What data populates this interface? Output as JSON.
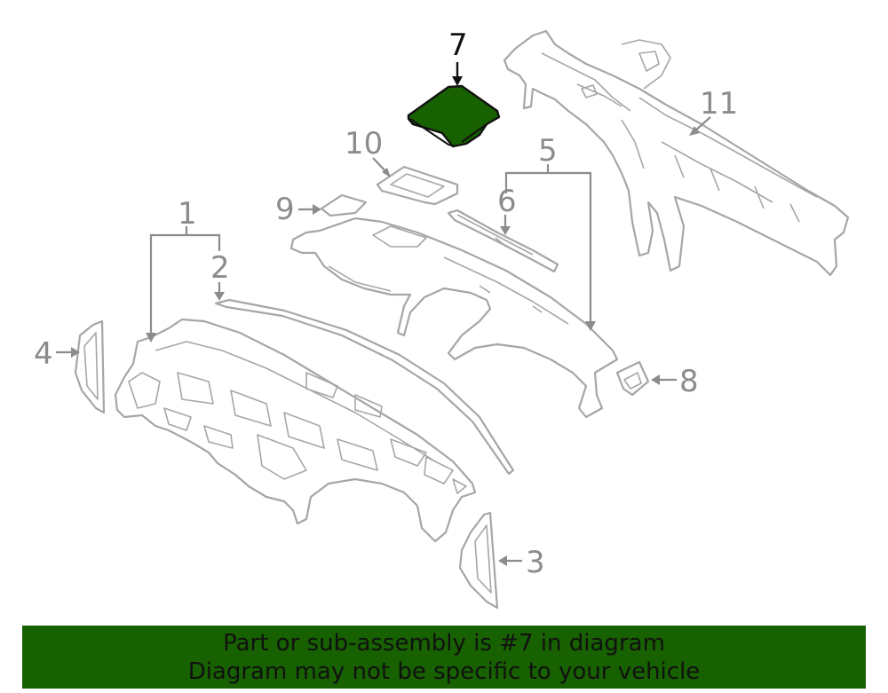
{
  "callouts": [
    {
      "id": "1",
      "label": "1",
      "highlighted": false
    },
    {
      "id": "2",
      "label": "2",
      "highlighted": false
    },
    {
      "id": "3",
      "label": "3",
      "highlighted": false
    },
    {
      "id": "4",
      "label": "4",
      "highlighted": false
    },
    {
      "id": "5",
      "label": "5",
      "highlighted": false
    },
    {
      "id": "6",
      "label": "6",
      "highlighted": false
    },
    {
      "id": "7",
      "label": "7",
      "highlighted": true
    },
    {
      "id": "8",
      "label": "8",
      "highlighted": false
    },
    {
      "id": "9",
      "label": "9",
      "highlighted": false
    },
    {
      "id": "10",
      "label": "10",
      "highlighted": false
    },
    {
      "id": "11",
      "label": "11",
      "highlighted": false
    }
  ],
  "banner": {
    "line1": "Part or sub-assembly is #7 in diagram",
    "line2": "Diagram may not be specific to your vehicle"
  },
  "colors": {
    "highlight_fill": "#176100",
    "banner_bg": "#176100",
    "line_gray": "#a6a6a6",
    "label_gray": "#8c8c8c"
  }
}
